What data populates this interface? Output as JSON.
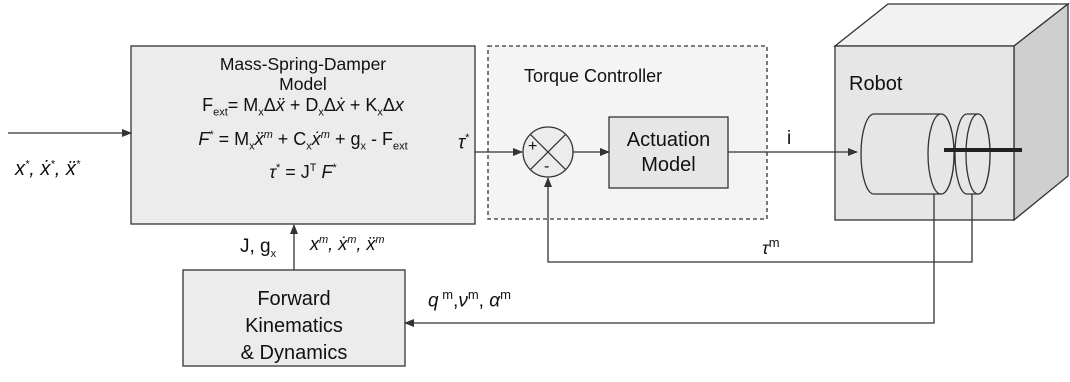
{
  "blocks": {
    "msd": {
      "title_line1": "Mass-Spring-Damper",
      "title_line2": "Model",
      "eq1": "Fext= MxΔẍ + DxΔẋ + KxΔx",
      "eq2": "F* = Mxẍm + Cxẋm + gx - Fext",
      "eq3": "τ* = JT F*"
    },
    "torque_controller": {
      "title": "Torque Controller"
    },
    "summing_junction": {
      "plus": "+",
      "minus": "-"
    },
    "actuation": {
      "line1": "Actuation",
      "line2": "Model"
    },
    "robot": {
      "title": "Robot"
    },
    "forward_kinematics": {
      "line1": "Forward",
      "line2": "Kinematics",
      "line3": "& Dynamics"
    }
  },
  "signals": {
    "input": "x*, ẋ*, ẍ*",
    "tau_star": "τ*",
    "current": "i",
    "tau_m": "τm",
    "jacobian_gravity": "J, gx",
    "measured_cartesian": "xm, ẋm, ẍm",
    "measured_joint": "qm,νm, αm"
  },
  "colors": {
    "block_fill": "#ececec",
    "robot_front": "#e6e6e6",
    "robot_top": "#f2f2f2",
    "robot_side": "#cfcfcf",
    "stroke": "#333333"
  }
}
